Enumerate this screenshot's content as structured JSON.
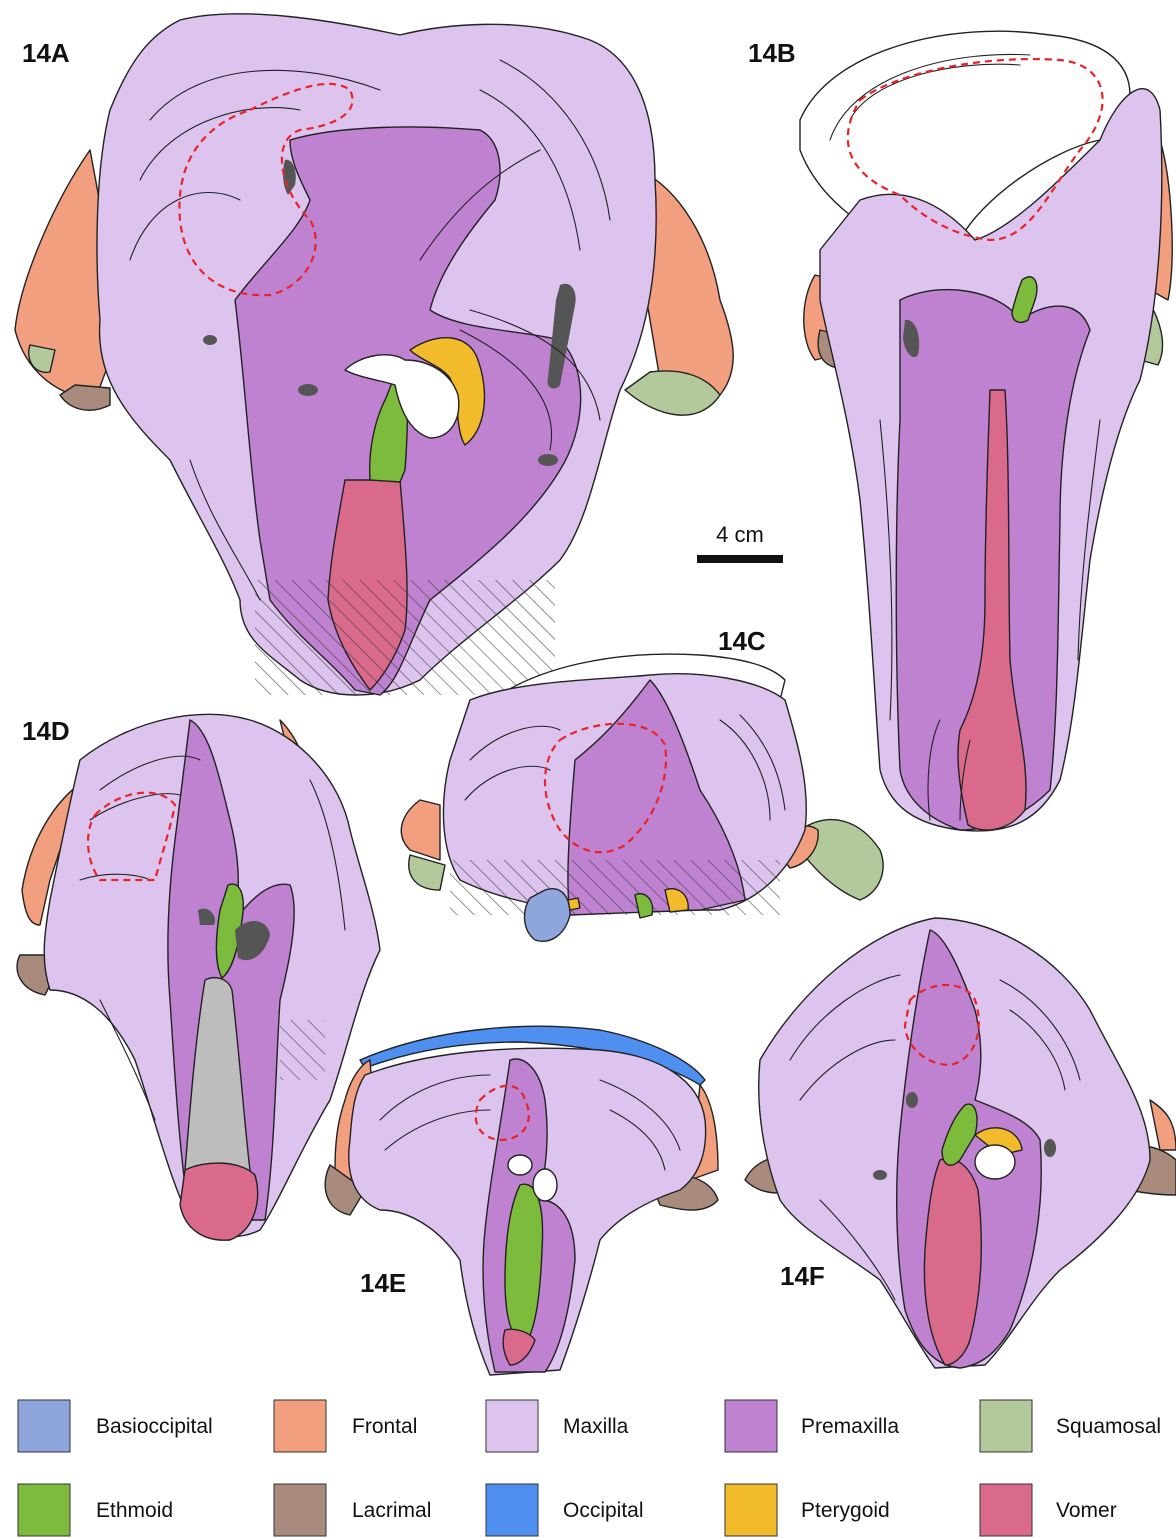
{
  "panels": {
    "a": "14A",
    "b": "14B",
    "c": "14C",
    "d": "14D",
    "e": "14E",
    "f": "14F"
  },
  "scale_bar": {
    "label": "4 cm"
  },
  "colors": {
    "basioccipital": "#8fa6dc",
    "frontal": "#f19f7e",
    "maxilla": "#dcc4ee",
    "premaxilla": "#bf82d0",
    "squamosal": "#b3c99c",
    "ethmoid": "#7dbb3d",
    "lacrimal": "#a98b7e",
    "occipital": "#4e8ff0",
    "pterygoid": "#f1bb2c",
    "vomer": "#d96a8c",
    "foramen": "#555555",
    "exposed": "#bdbdbd"
  },
  "legend": [
    {
      "label": "Basioccipital",
      "color": "#8fa6dc"
    },
    {
      "label": "Frontal",
      "color": "#f19f7e"
    },
    {
      "label": "Maxilla",
      "color": "#dcc4ee"
    },
    {
      "label": "Premaxilla",
      "color": "#bf82d0"
    },
    {
      "label": "Squamosal",
      "color": "#b3c99c"
    },
    {
      "label": "Ethmoid",
      "color": "#7dbb3d"
    },
    {
      "label": "Lacrimal",
      "color": "#a98b7e"
    },
    {
      "label": "Occipital",
      "color": "#4e8ff0"
    },
    {
      "label": "Pterygoid",
      "color": "#f1bb2c"
    },
    {
      "label": "Vomer",
      "color": "#d96a8c"
    }
  ]
}
